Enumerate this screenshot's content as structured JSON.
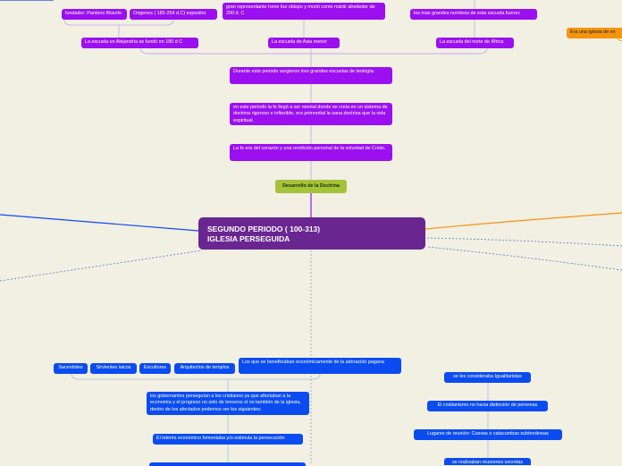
{
  "central": {
    "title": "SEGUNDO PERIODO ( 100-313)",
    "subtitle": "IGLESIA PERSEGUIDA"
  },
  "top": {
    "founder": "fundador: Panteno filosofo",
    "origenes": "Origenes ( 185-254 d.C) expositor",
    "irene": "gran representante  Irene  fue obispo y murió como mártir alrededor de 200 d. C",
    "names": "los mas grandes  nombres de esta escuela fueron:",
    "alejandria": "La escuela en Alejandría se fundó en  180 d C",
    "asia": "La escuela  de Asia menor",
    "africa": "La escuela del norte de África",
    "iglesia": "Era una iglesia  de en"
  },
  "doctrine": {
    "teologia": "Durante este periodo surgieron  tres grandes escuelas de teología:",
    "mental": "en este periodo la fe llegó a ser mental donde se creía en un sistema de doctrina  rigoroso e inflexible, era primordial la  sana doctrina que la vida espiritual.",
    "corazon": "La fe era del corazón y una rendición personal de la voluntad de Cristo.",
    "desarrollo": "Desarrollo de la Doctrina"
  },
  "bottom_left": {
    "sacerdotes": "Sacerdotes",
    "sirvientes": "Sirvientes laicos",
    "escultores": "Escultores",
    "arquitectos": "Arquitectos de templos",
    "beneficiaban": "Los que se beneficiaban económicamente de la adoración pagana",
    "gobernantes": "los gobernantes perseguían a los cristianos  ya que afectaban a la economía y el progreso no solo de terceros si no también  de la iglesia, dentro de los afectados podemos ver los siguientes:",
    "interes": "El interés económico fomentaba y/o estimula la persecución"
  },
  "bottom_right": {
    "igualitarias": "se les consideraba Igualitaristas",
    "distincion": "El cristianismo no hacia distinción de personas",
    "lugares": "Lugares de reunión:  Cuevas o catacumbas subterráneas",
    "secretas": "se realizaban reuniones secretas"
  },
  "colors": {
    "purple": "#9b0ff0",
    "blue": "#0b4cf0",
    "orange": "#f5950f",
    "green": "#a4c23a",
    "central": "#6a2690"
  }
}
